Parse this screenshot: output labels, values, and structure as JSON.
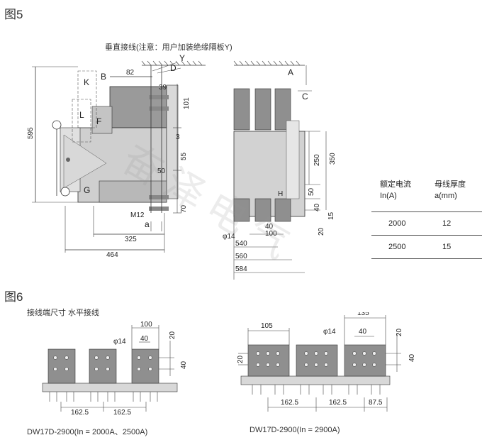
{
  "figure5": {
    "label": "图5",
    "title": "垂直接线(注意：用户加装绝缘隔板Y)",
    "letters": [
      "B",
      "K",
      "L",
      "F",
      "G",
      "D",
      "Y",
      "A",
      "C",
      "a",
      "M12",
      "H"
    ],
    "dims_side": [
      "595",
      "82",
      "39",
      "101",
      "3",
      "55",
      "50",
      "70",
      "325",
      "464"
    ],
    "dims_front": [
      "250",
      "350",
      "50",
      "40",
      "15",
      "20",
      "φ14",
      "40",
      "100",
      "540",
      "560",
      "584"
    ]
  },
  "table": {
    "head_c1": "额定电流In(A)",
    "head_c2": "母线厚度a(mm)",
    "rows": [
      {
        "current": "2000",
        "thickness": "12"
      },
      {
        "current": "2500",
        "thickness": "15"
      }
    ]
  },
  "figure6": {
    "label": "图6",
    "title": "接线端尺寸 水平接线",
    "left": {
      "dims": [
        "100",
        "φ14",
        "40",
        "20",
        "40",
        "162.5",
        "162.5"
      ],
      "caption": "DW17D-2900(In = 2000A、2500A)"
    },
    "right": {
      "dims": [
        "105",
        "135",
        "φ14",
        "40",
        "20",
        "40",
        "20",
        "162.5",
        "162.5",
        "87.5"
      ],
      "caption": "DW17D-2900(In = 2900A)"
    }
  },
  "watermark": "奋泽电气",
  "colors": {
    "body_gray": "#cfcfcf",
    "terminal_gray": "#8f8f8f",
    "line": "#333333"
  }
}
